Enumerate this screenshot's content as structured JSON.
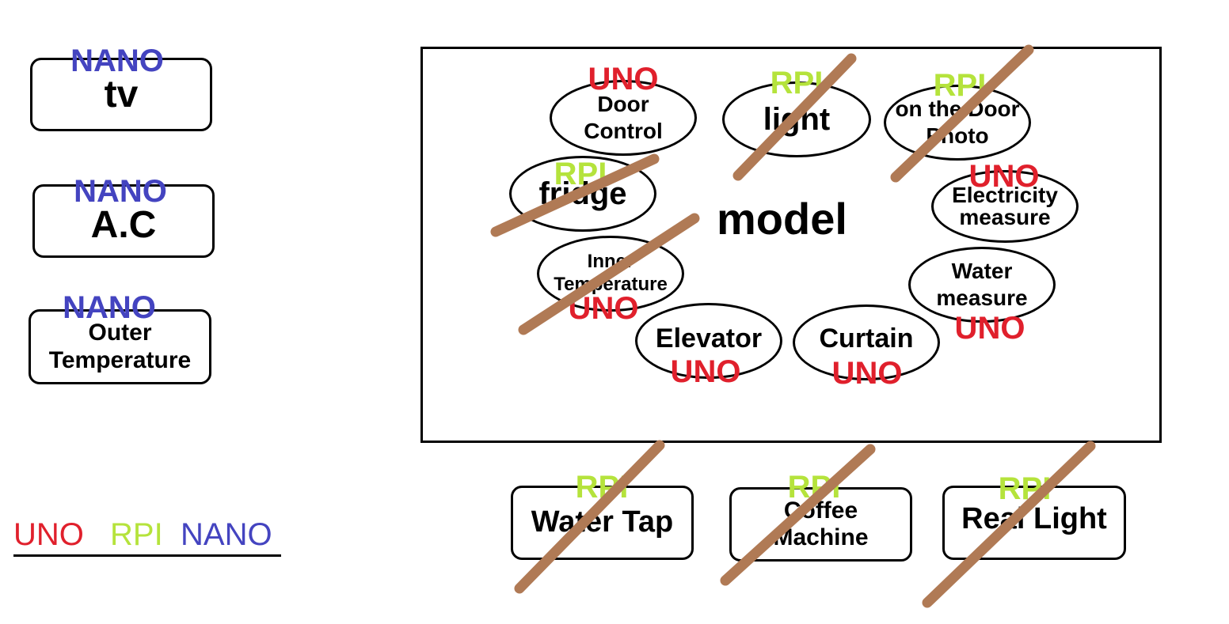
{
  "colors": {
    "uno": "#e0202c",
    "rpi": "#b5e33c",
    "nano": "#4444c0",
    "strike": "#b07a55"
  },
  "left_devices": {
    "tv": {
      "label": "tv",
      "tag": "NANO"
    },
    "ac": {
      "label": "A.C",
      "tag": "NANO"
    },
    "outer_temp": {
      "line1": "Outer",
      "line2": "Temperature",
      "tag": "NANO"
    }
  },
  "model": {
    "title": "model",
    "door_control": {
      "line1": "Door",
      "line2": "Control",
      "tag": "UNO"
    },
    "light": {
      "label": "light",
      "tag": "RPI"
    },
    "door_photo": {
      "line1": "on the Door",
      "line2": "Photo",
      "tag": "RPI"
    },
    "fridge": {
      "label": "fridge",
      "tag": "RPI"
    },
    "electricity": {
      "line1": "Electricity",
      "line2": "measure",
      "tag": "UNO"
    },
    "inner_temp": {
      "line1": "Inner",
      "line2": "Temperature",
      "tag": "UNO"
    },
    "water_measure": {
      "line1": "Water",
      "line2": "measure",
      "tag": "UNO"
    },
    "elevator": {
      "label": "Elevator",
      "tag": "UNO"
    },
    "curtain": {
      "label": "Curtain",
      "tag": "UNO"
    }
  },
  "bottom_devices": {
    "water_tap": {
      "label": "Water Tap",
      "tag": "RPI"
    },
    "coffee": {
      "line1": "Coffee",
      "line2": "Machine",
      "tag": "RPI"
    },
    "real_light": {
      "label": "Real Light",
      "tag": "RPI"
    }
  },
  "legend": {
    "uno": "UNO",
    "rpi": "RPI",
    "nano": "NANO"
  }
}
